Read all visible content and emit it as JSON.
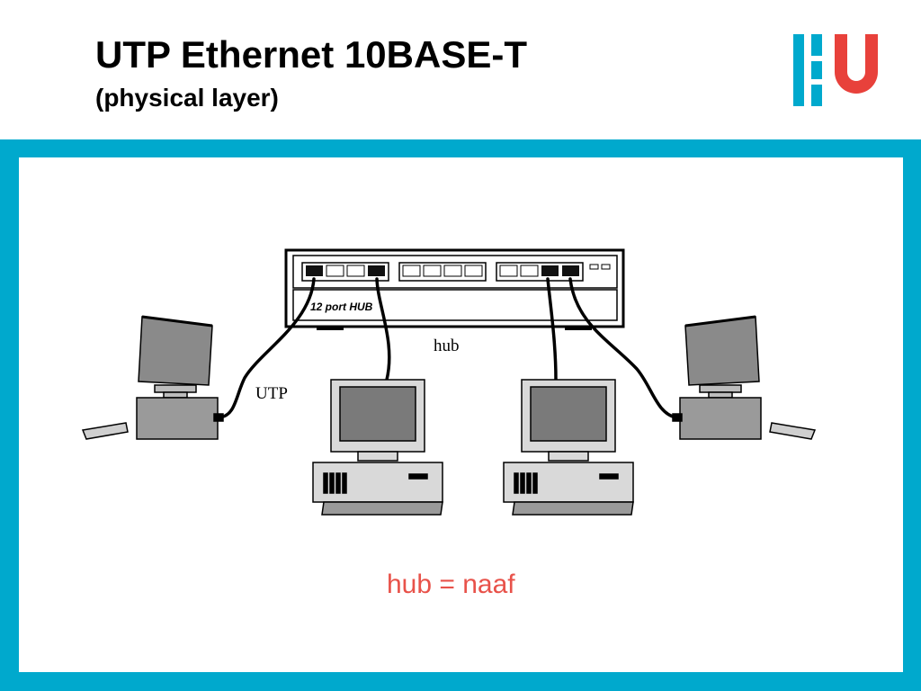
{
  "slide": {
    "title": "UTP Ethernet 10BASE-T",
    "subtitle": "(physical layer)",
    "note": "hub = naaf"
  },
  "logo": {
    "text": "HU",
    "colors": {
      "bars": "#00a9cd",
      "u": "#e8413b"
    }
  },
  "diagram": {
    "hub_label": "hub",
    "hub_device_text": "12 port HUB",
    "cable_label": "UTP"
  },
  "colors": {
    "frame": "#00a9cd",
    "note": "#e8524a"
  }
}
